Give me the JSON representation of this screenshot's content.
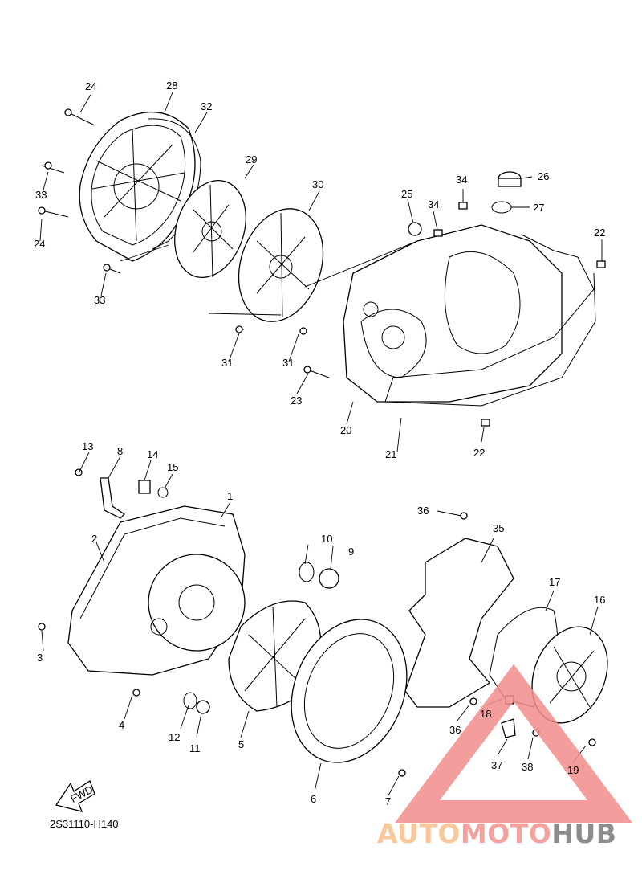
{
  "diagram": {
    "code": "2S31110-H140",
    "fwd_text": "FWD",
    "labels": [
      "1",
      "2",
      "3",
      "4",
      "5",
      "6",
      "7",
      "8",
      "9",
      "10",
      "11",
      "12",
      "13",
      "14",
      "15",
      "16",
      "17",
      "18",
      "19",
      "20",
      "21",
      "22",
      "22",
      "23",
      "24",
      "24",
      "25",
      "26",
      "27",
      "28",
      "29",
      "30",
      "31",
      "31",
      "32",
      "33",
      "33",
      "34",
      "34",
      "35",
      "36",
      "36",
      "37",
      "38"
    ]
  },
  "watermark": {
    "part1": "AUTO",
    "part2": "MOTO",
    "part3": "HUB",
    "colors": {
      "auto": "#f9c89a",
      "moto": "#f2a3a0",
      "hub": "#8c8c8c",
      "triangle": "#f28c8c"
    }
  }
}
